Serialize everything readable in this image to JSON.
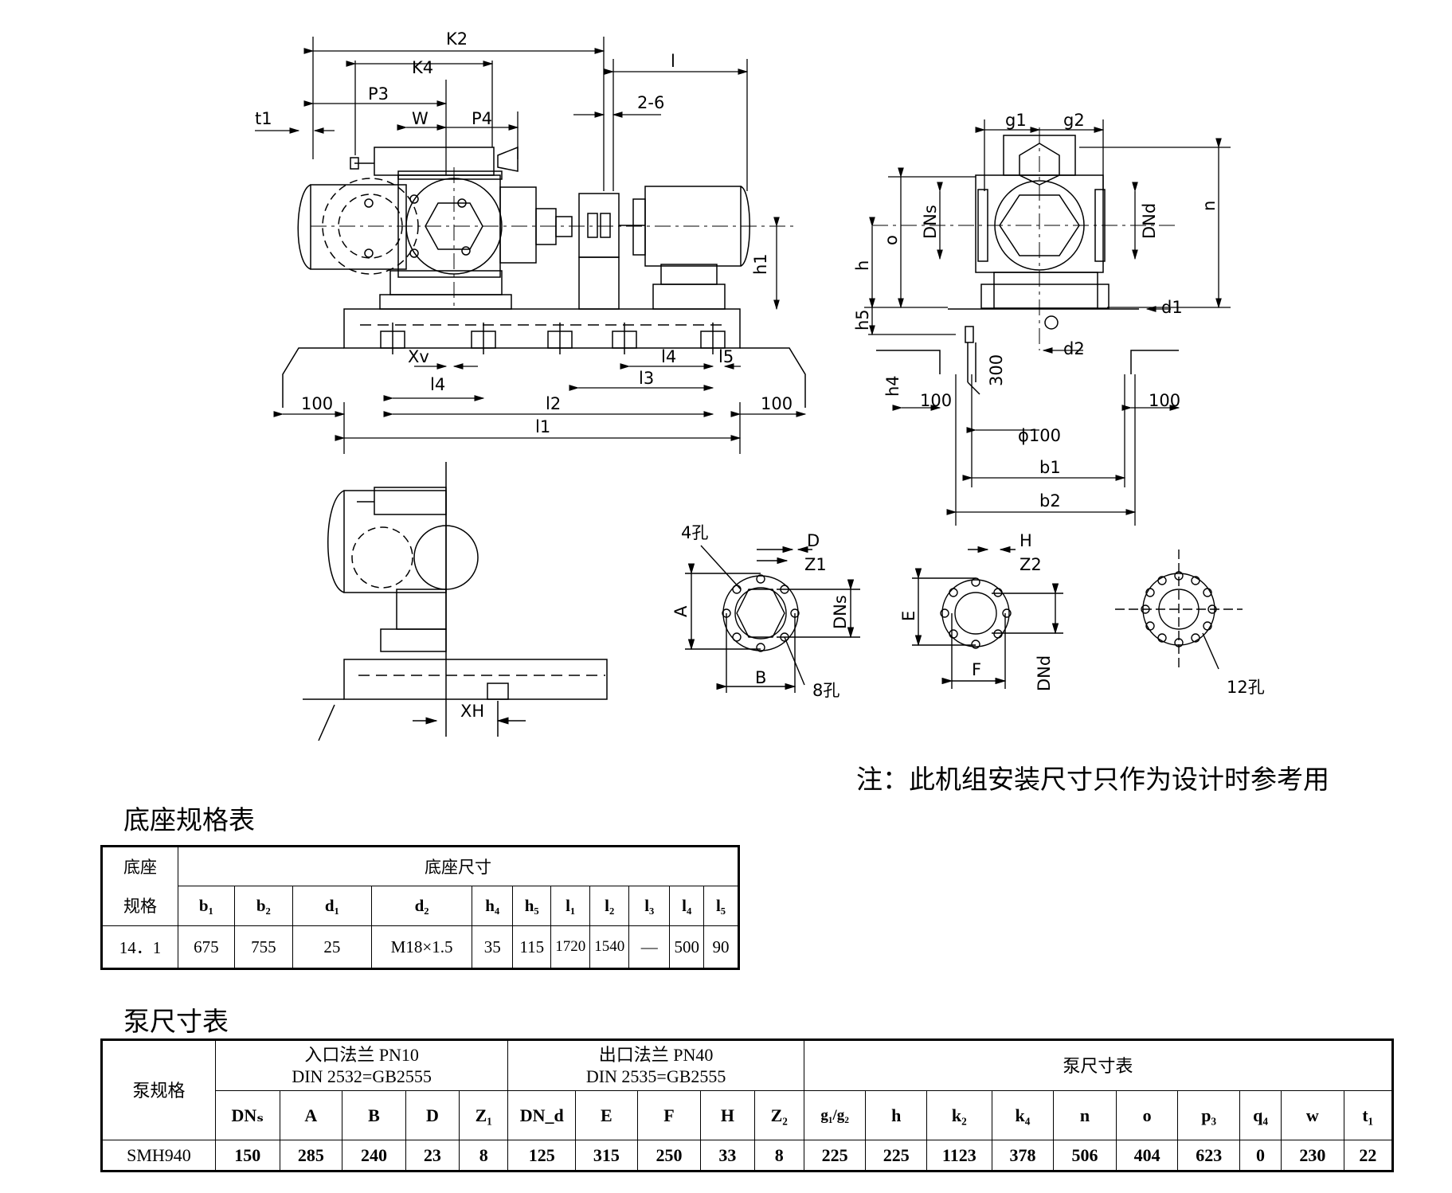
{
  "drawing": {
    "dimension_labels": {
      "K2": "K2",
      "K4": "K4",
      "P3": "P3",
      "W": "W",
      "P4": "P4",
      "t1": "t1",
      "l": "l",
      "dim_2_6": "2-6",
      "h1": "h1",
      "Xv": "Xv",
      "l4_a": "l4",
      "l5": "l5",
      "l4_b": "l4",
      "l3": "l3",
      "l2": "l2",
      "l1": "l1",
      "d100_left": "100",
      "d100_right": "100",
      "g1": "g1",
      "g2": "g2",
      "DNs": "DNs",
      "DNd": "DNd",
      "n": "n",
      "o": "o",
      "h": "h",
      "h5": "h5",
      "d1": "d1",
      "d2": "d2",
      "h4": "h4",
      "d300": "300",
      "d100_c1": "100",
      "d100_c2": "100",
      "phi100": "ϕ100",
      "b1": "b1",
      "b2": "b2",
      "XH": "XH",
      "holes4": "4孔",
      "D": "D",
      "Z1": "Z1",
      "A": "A",
      "flange_DNs": "DNs",
      "B": "B",
      "holes8": "8孔",
      "H": "H",
      "Z2": "Z2",
      "E": "E",
      "flange_DNd": "DNd",
      "F": "F",
      "holes12": "12孔"
    }
  },
  "note": "注：此机组安装尺寸只作为设计时参考用",
  "base_table": {
    "caption": "底座规格表",
    "row_header_1": "底座",
    "row_header_2": "规格",
    "group_header": "底座尺寸",
    "columns": [
      "b₁",
      "b₂",
      "d₁",
      "d₂",
      "h₄",
      "h₅",
      "l₁",
      "l₂",
      "l₃",
      "l₄",
      "l₅"
    ],
    "row": {
      "spec": "14．1",
      "values": [
        "675",
        "755",
        "25",
        "M18×1.5",
        "35",
        "115",
        "1720",
        "1540",
        "—",
        "500",
        "90"
      ]
    }
  },
  "pump_table": {
    "caption": "泵尺寸表",
    "row_header": "泵规格",
    "inlet_header_1": "入口法兰 PN10",
    "inlet_header_2": "DIN 2532=GB2555",
    "outlet_header_1": "出口法兰 PN40",
    "outlet_header_2": "DIN 2535=GB2555",
    "size_header": "泵尺寸表",
    "columns": [
      "DNₛ",
      "A",
      "B",
      "D",
      "Z₁",
      "DN_d",
      "E",
      "F",
      "H",
      "Z₂",
      "g₁/g₂",
      "h",
      "k₂",
      "k₄",
      "n",
      "o",
      "p₃",
      "q₄",
      "w",
      "t₁"
    ],
    "row": {
      "spec": "SMH940",
      "values": [
        "150",
        "285",
        "240",
        "23",
        "8",
        "125",
        "315",
        "250",
        "33",
        "8",
        "225",
        "225",
        "1123",
        "378",
        "506",
        "404",
        "623",
        "0",
        "230",
        "22"
      ]
    }
  }
}
